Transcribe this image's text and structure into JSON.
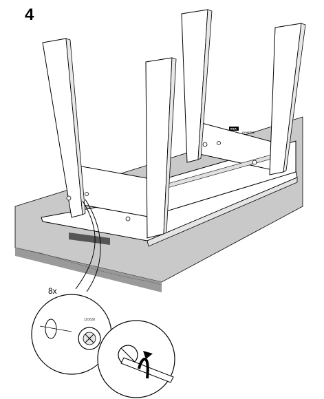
{
  "step": {
    "number": "4"
  },
  "callout": {
    "quantity": "8x",
    "part_code": "110630"
  },
  "label": {
    "logo": "IKEA",
    "brand": "OLMSTEDT"
  },
  "icons": [
    "table-illustration",
    "cam-lock-icon",
    "screwdriver-icon",
    "rotate-arrow-icon"
  ],
  "colors": {
    "line": "#000000",
    "mat": "#c9c9c9",
    "mat_dark": "#8f8f8f",
    "paper": "#ffffff"
  }
}
